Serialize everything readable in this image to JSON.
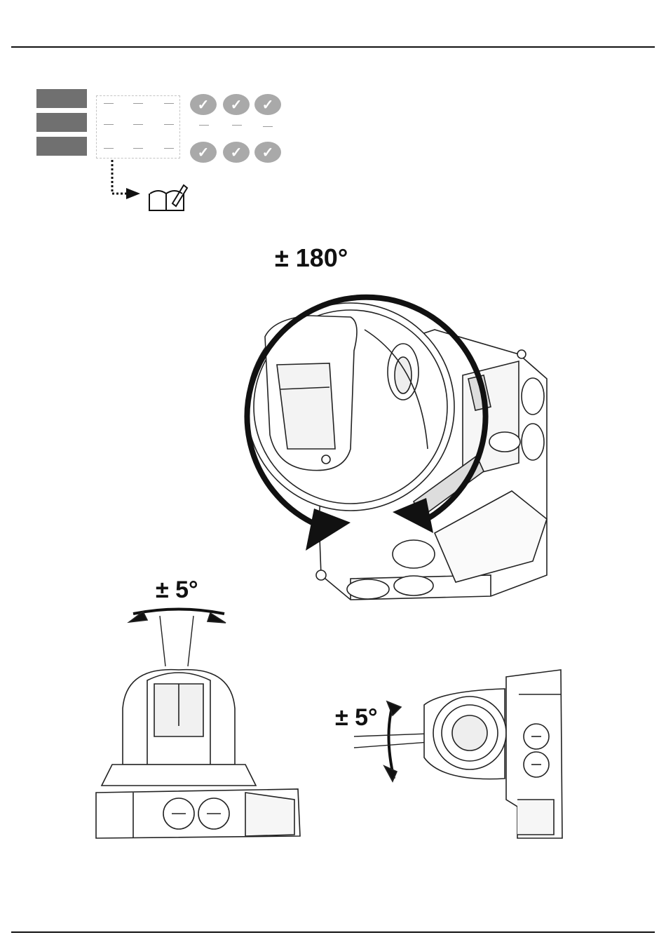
{
  "angles": {
    "rotation": "± 180°",
    "tilt_front": "± 5°",
    "tilt_side": "± 5°"
  },
  "icons": {
    "check": "check-icon",
    "manual": "manual-book-icon",
    "rotation_arrow": "rotation-arrow-icon"
  },
  "colors": {
    "label_block": "#707070",
    "check_badge": "#a9a9a9",
    "line": "#111111"
  }
}
